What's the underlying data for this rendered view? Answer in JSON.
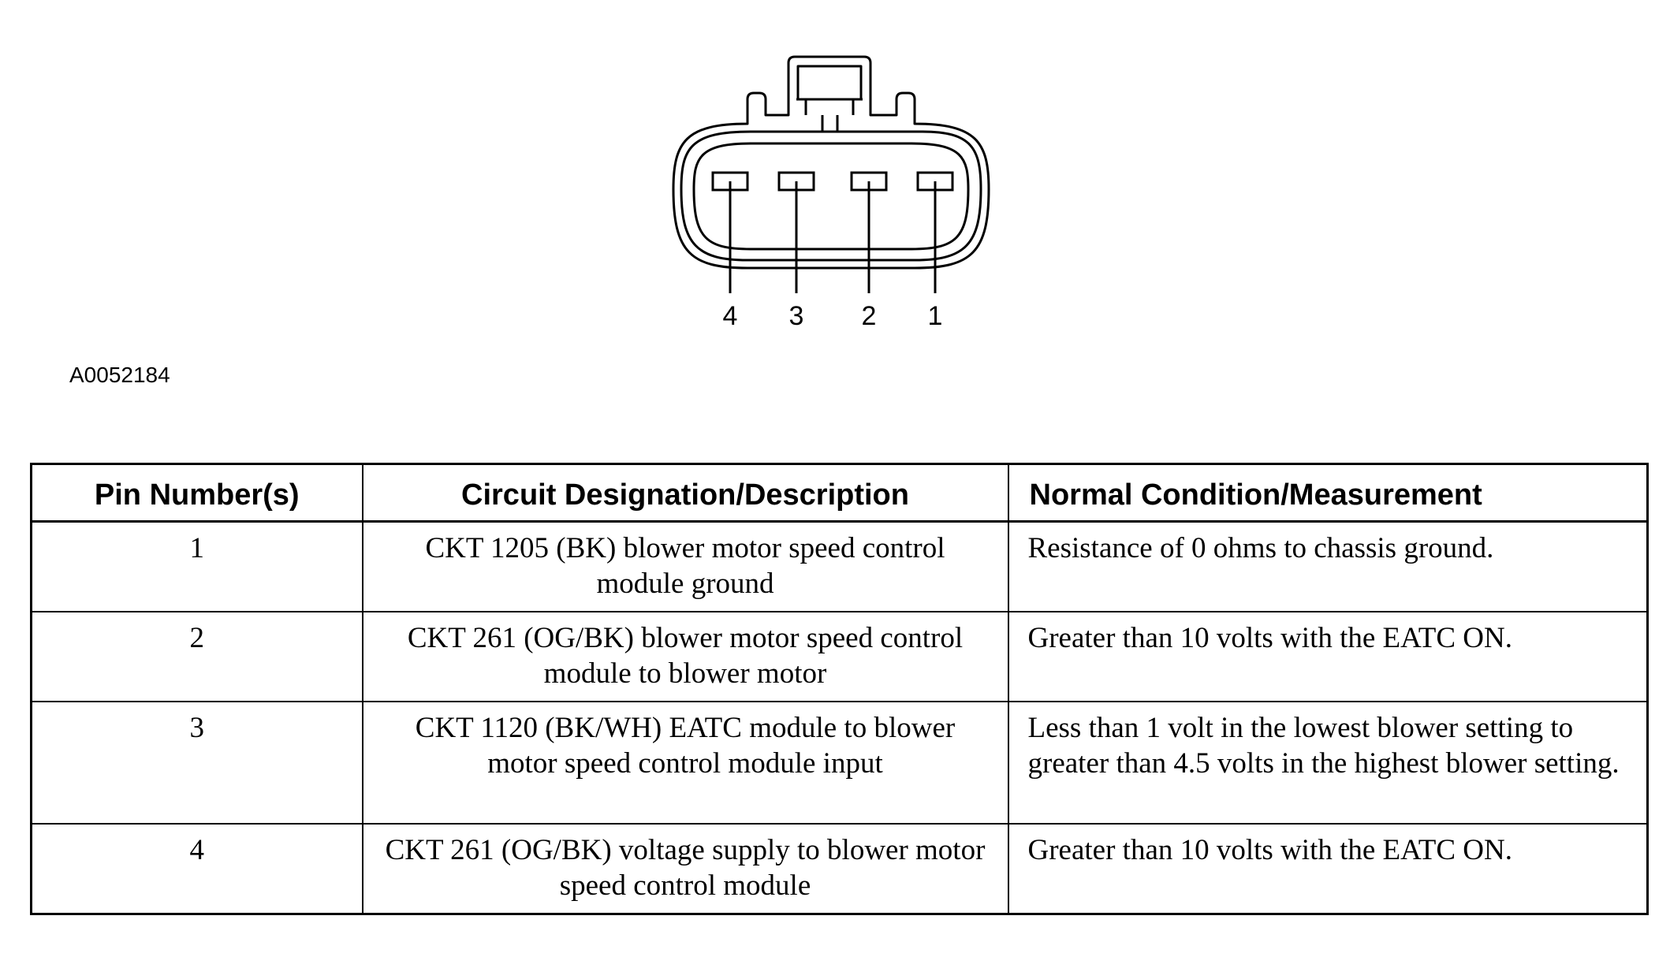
{
  "figure_id": "A0052184",
  "connector": {
    "pin_labels": [
      "4",
      "3",
      "2",
      "1"
    ]
  },
  "table": {
    "headers": [
      "Pin Number(s)",
      "Circuit Designation/Description",
      "Normal Condition/Measurement"
    ],
    "rows": [
      {
        "pin": "1",
        "circuit": "CKT 1205 (BK) blower motor speed control module ground",
        "condition": "Resistance of 0 ohms to chassis ground."
      },
      {
        "pin": "2",
        "circuit": "CKT 261 (OG/BK) blower motor speed control module to blower motor",
        "condition": "Greater than 10 volts with the EATC ON."
      },
      {
        "pin": "3",
        "circuit": "CKT 1120 (BK/WH) EATC module to blower motor speed control module input",
        "condition": "Less than 1 volt in the lowest blower setting to greater than 4.5 volts in the highest blower setting."
      },
      {
        "pin": "4",
        "circuit": "CKT 261 (OG/BK) voltage supply to blower motor speed control module",
        "condition": "Greater than 10 volts with the EATC ON."
      }
    ]
  }
}
